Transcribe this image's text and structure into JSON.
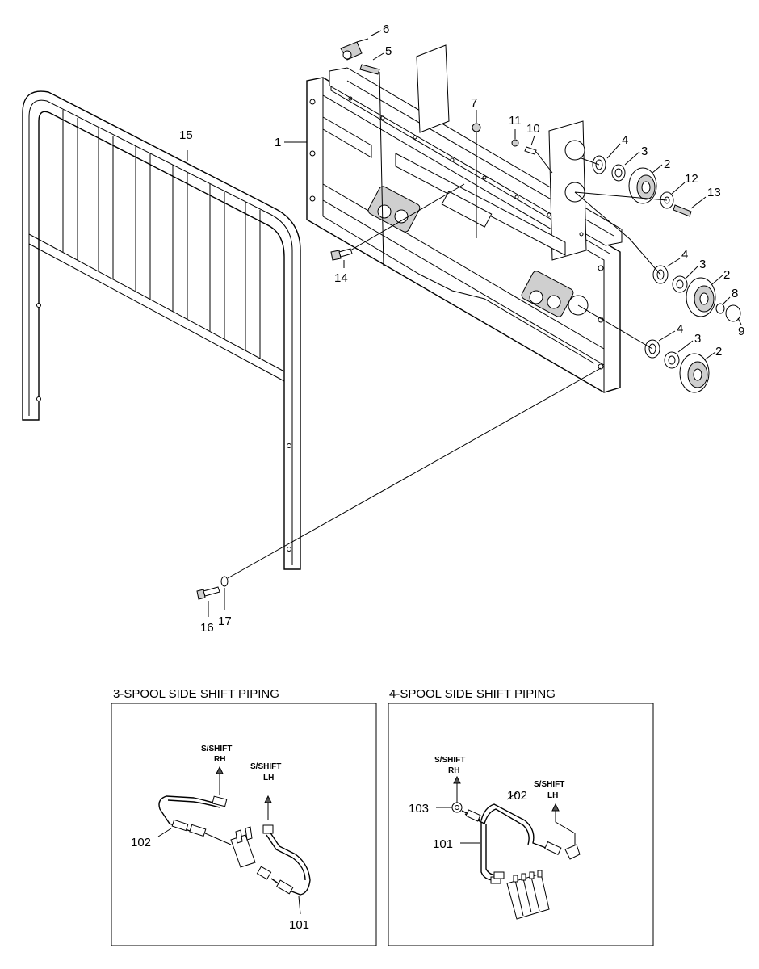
{
  "callouts": {
    "c1": "1",
    "c2a": "2",
    "c2b": "2",
    "c2c": "2",
    "c3a": "3",
    "c3b": "3",
    "c3c": "3",
    "c4a": "4",
    "c4b": "4",
    "c4c": "4",
    "c5": "5",
    "c6": "6",
    "c7": "7",
    "c8": "8",
    "c9": "9",
    "c10": "10",
    "c11": "11",
    "c12": "12",
    "c13": "13",
    "c14": "14",
    "c15": "15",
    "c16": "16",
    "c17": "17"
  },
  "panels": {
    "three_spool": {
      "title": "3-SPOOL SIDE SHIFT PIPING",
      "rh_line1": "S/SHIFT",
      "rh_line2": "RH",
      "lh_line1": "S/SHIFT",
      "lh_line2": "LH",
      "c102": "102",
      "c101": "101"
    },
    "four_spool": {
      "title": "4-SPOOL SIDE SHIFT PIPING",
      "rh_line1": "S/SHIFT",
      "rh_line2": "RH",
      "lh_line1": "S/SHIFT",
      "lh_line2": "LH",
      "c103": "103",
      "c102": "102",
      "c101": "101"
    }
  }
}
